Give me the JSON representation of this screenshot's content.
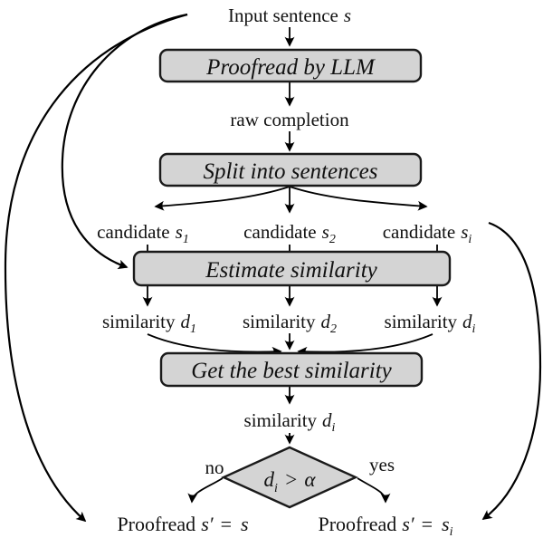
{
  "colors": {
    "background": "#ffffff",
    "node_fill": "#d4d4d4",
    "node_stroke": "#1a1a1a",
    "line": "#000000",
    "text": "#111111"
  },
  "nodes": {
    "input": {
      "text": "Input sentence",
      "var": "s"
    },
    "proofread_box": "Proofread by LLM",
    "raw_completion": "raw completion",
    "split_box": "Split into sentences",
    "candidates": [
      {
        "text": "candidate",
        "var": "s",
        "sub": "1"
      },
      {
        "text": "candidate",
        "var": "s",
        "sub": "2"
      },
      {
        "text": "candidate",
        "var": "s",
        "sub": "i"
      }
    ],
    "estimate_box": "Estimate similarity",
    "similarities": [
      {
        "text": "similarity",
        "var": "d",
        "sub": "1"
      },
      {
        "text": "similarity",
        "var": "d",
        "sub": "2"
      },
      {
        "text": "similarity",
        "var": "d",
        "sub": "i"
      }
    ],
    "best_box": "Get the best similarity",
    "best_similarity": {
      "text": "similarity",
      "var": "d",
      "sub": "i"
    },
    "decision": {
      "var": "d",
      "sub": "i",
      "op": ">",
      "threshold": "α"
    },
    "branch_no": "no",
    "branch_yes": "yes",
    "output_no": {
      "text": "Proofread",
      "var": "s′",
      "eq": "=",
      "value": "s"
    },
    "output_yes": {
      "text": "Proofread",
      "var": "s′",
      "eq": "=",
      "value": "s",
      "value_sub": "i"
    }
  }
}
